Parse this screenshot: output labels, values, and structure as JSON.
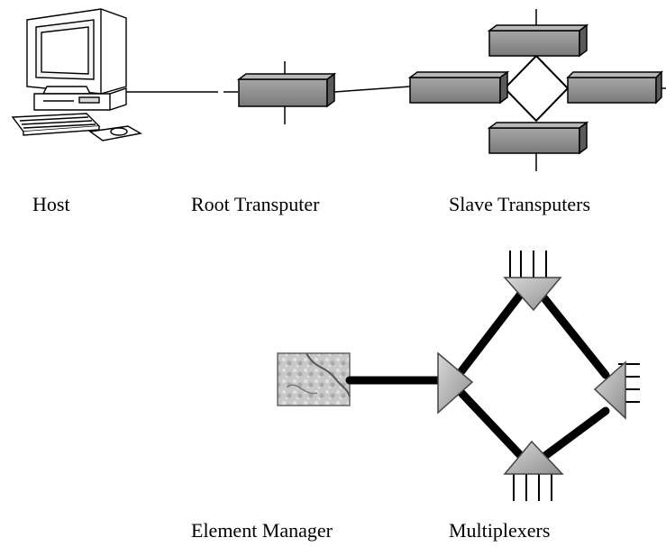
{
  "labels": {
    "host": "Host",
    "root_transputer": "Root Transputer",
    "slave_transputers": "Slave Transputers",
    "element_manager": "Element Manager",
    "multiplexers": "Multiplexers"
  },
  "colors": {
    "box_fill": "#8c8c8c",
    "box_dark": "#5a5a5a",
    "box_light": "#b8b8b8",
    "line": "#000000",
    "triangle_fill": "#b0b0b0",
    "computer_fill": "#ffffff"
  }
}
